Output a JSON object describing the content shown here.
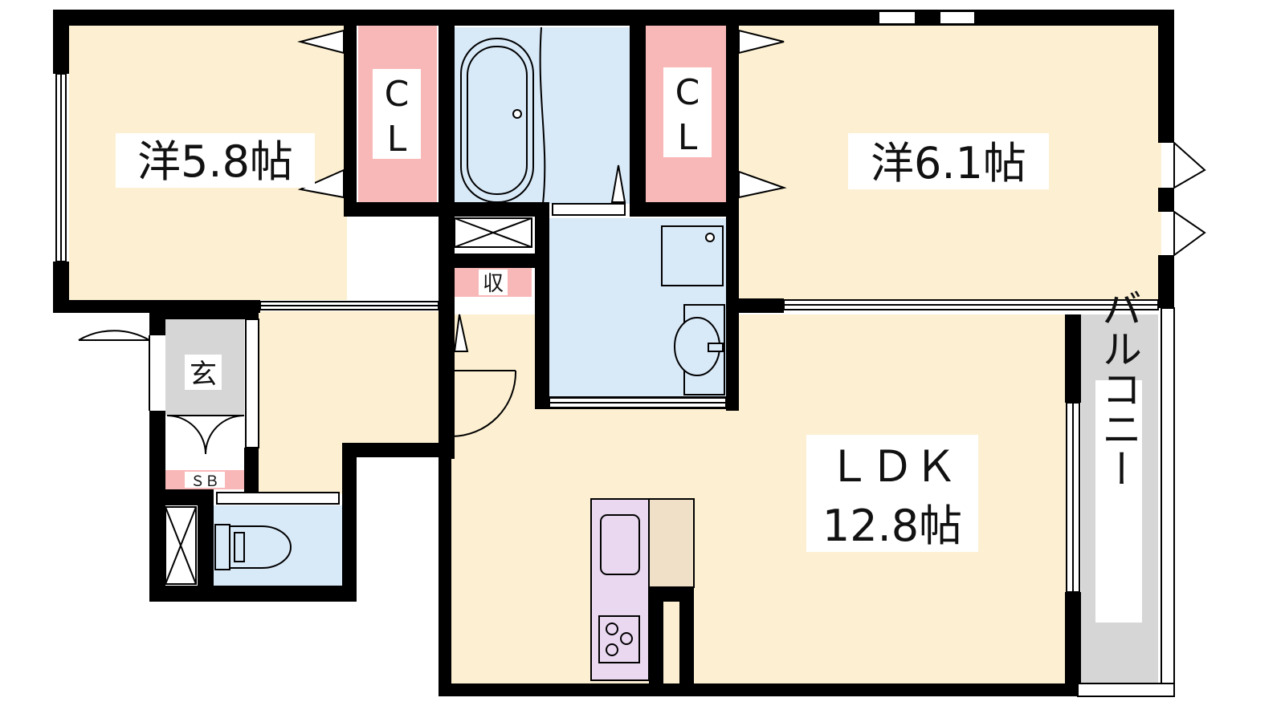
{
  "rooms": {
    "western_room_1": {
      "label": "洋5.8帖",
      "fill": "#fdf0d2"
    },
    "western_room_2": {
      "label": "洋6.1帖",
      "fill": "#fdf0d2"
    },
    "ldk": {
      "line1": "ＬＤＫ",
      "line2": "12.8帖",
      "fill": "#fdf0d2"
    },
    "closet_1": {
      "label_c": "C",
      "label_l": "L",
      "fill": "#f9b8b8"
    },
    "closet_2": {
      "label_c": "C",
      "label_l": "L",
      "fill": "#f9b8b8"
    },
    "storage": {
      "label": "収",
      "fill": "#f9b8b8"
    },
    "shoe_box": {
      "label": "ＳＢ",
      "fill": "#f9b8b8"
    },
    "entrance": {
      "label": "玄",
      "fill": "#d6d6d6"
    },
    "balcony": {
      "label": "バルコニー",
      "fill": "#d6d6d6"
    },
    "bathroom": {
      "fill": "#d8e9f8"
    },
    "washroom": {
      "fill": "#d8e9f8"
    },
    "toilet": {
      "fill": "#d8e9f8"
    },
    "kitchen": {
      "fill": "#ead8f0",
      "counter_fill": "#f0e0c8"
    }
  },
  "colors": {
    "wall": "#000000",
    "floor": "#fdf0d2",
    "wet_area": "#d8e9f8",
    "storage": "#f9b8b8",
    "outdoor": "#d6d6d6"
  }
}
